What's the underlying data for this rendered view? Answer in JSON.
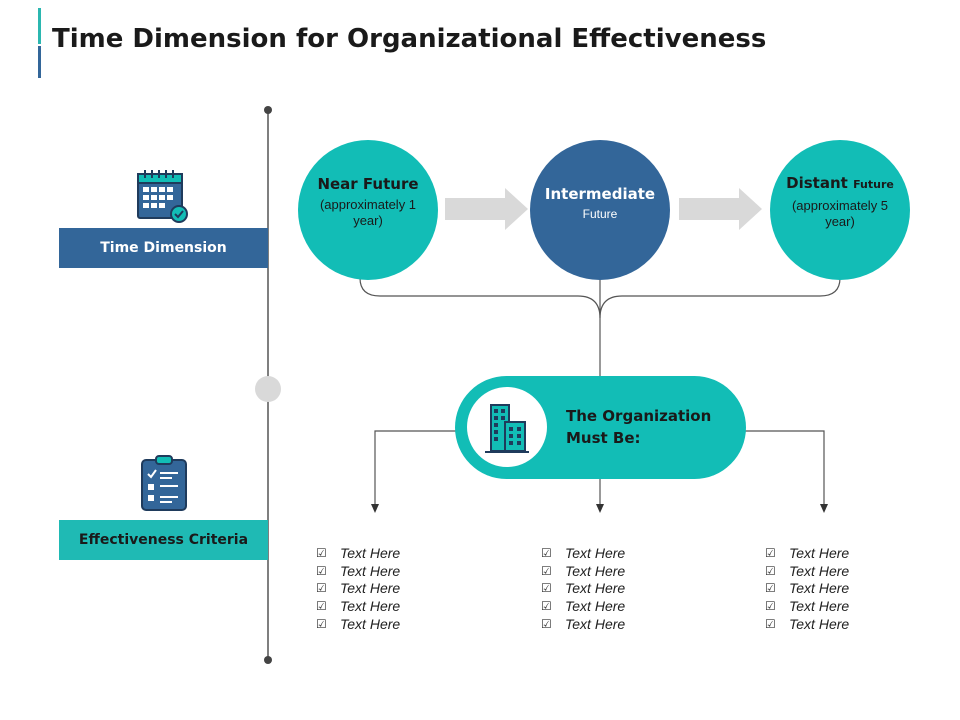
{
  "title": "Time Dimension for Organizational Effectiveness",
  "colors": {
    "teal": "#12bdb6",
    "blue": "#336699",
    "navy": "#1f3b5c",
    "grey_arrow": "#d9d9d9",
    "line": "#555555"
  },
  "sidebar": {
    "time_label": "Time Dimension",
    "time_icon": "calendar-icon",
    "criteria_label": "Effectiveness Criteria",
    "criteria_icon": "clipboard-checklist-icon"
  },
  "stages": [
    {
      "title": "Near Future",
      "title_small": "",
      "subtitle": "(approximately 1 year)"
    },
    {
      "title": "Intermediate",
      "title_small": "",
      "subtitle": "Future"
    },
    {
      "title": "Distant",
      "title_small": "Future",
      "subtitle": "(approximately 5 year)"
    }
  ],
  "organization": {
    "label": "The Organization Must Be:",
    "icon": "building-icon"
  },
  "columns": [
    {
      "items": [
        "Text Here",
        "Text Here",
        "Text Here",
        "Text Here",
        "Text Here"
      ]
    },
    {
      "items": [
        "Text Here",
        "Text Here",
        "Text Here",
        "Text Here",
        "Text Here"
      ]
    },
    {
      "items": [
        "Text Here",
        "Text Here",
        "Text Here",
        "Text Here",
        "Text Here"
      ]
    }
  ],
  "checkbox_glyph": "☑"
}
